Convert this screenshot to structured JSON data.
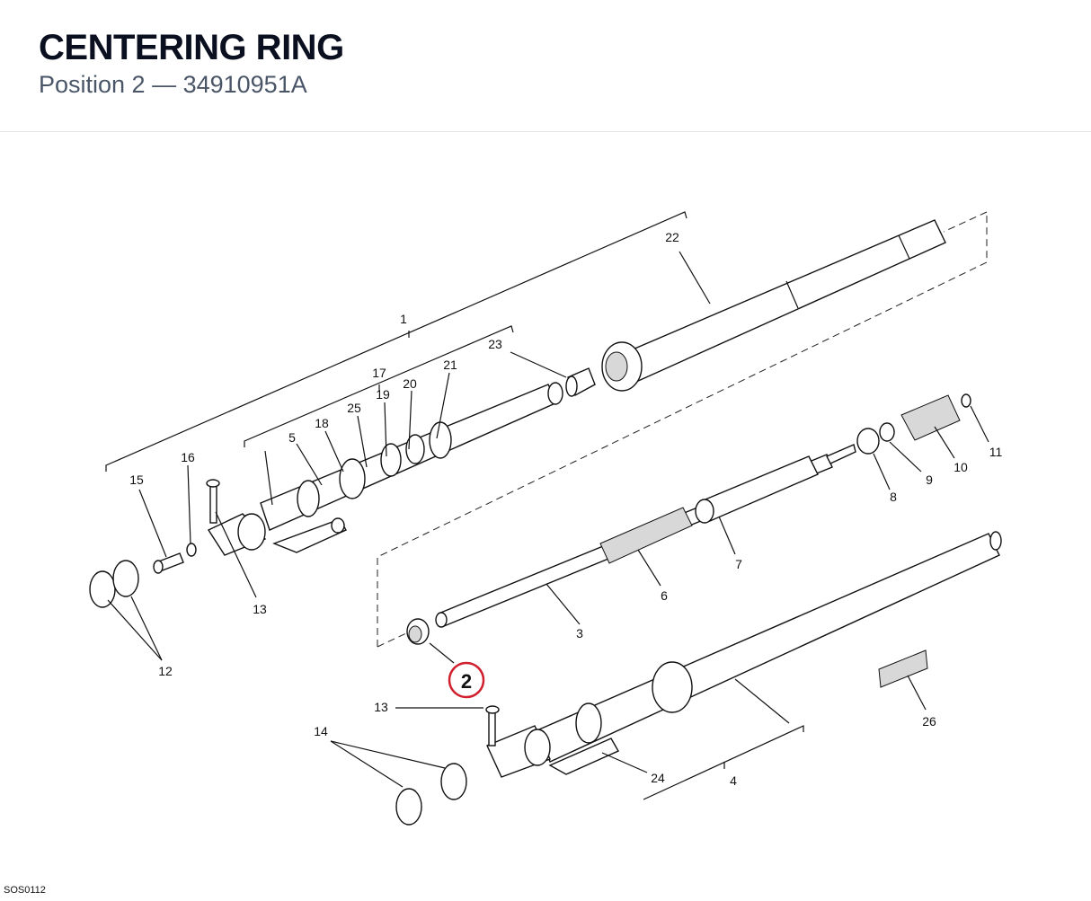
{
  "header": {
    "title": "CENTERING RING",
    "subtitle": "Position 2 — 34910951A"
  },
  "highlight": {
    "label": "2",
    "color": "#d0202e"
  },
  "callouts": [
    {
      "id": "c1",
      "label": "1"
    },
    {
      "id": "c3",
      "label": "3"
    },
    {
      "id": "c4",
      "label": "4"
    },
    {
      "id": "c5",
      "label": "5"
    },
    {
      "id": "c6",
      "label": "6"
    },
    {
      "id": "c7",
      "label": "7"
    },
    {
      "id": "c8",
      "label": "8"
    },
    {
      "id": "c9",
      "label": "9"
    },
    {
      "id": "c10",
      "label": "10"
    },
    {
      "id": "c11",
      "label": "11"
    },
    {
      "id": "c12",
      "label": "12"
    },
    {
      "id": "c13a",
      "label": "13"
    },
    {
      "id": "c13b",
      "label": "13"
    },
    {
      "id": "c14",
      "label": "14"
    },
    {
      "id": "c15",
      "label": "15"
    },
    {
      "id": "c16",
      "label": "16"
    },
    {
      "id": "c17",
      "label": "17"
    },
    {
      "id": "c18",
      "label": "18"
    },
    {
      "id": "c19",
      "label": "19"
    },
    {
      "id": "c20",
      "label": "20"
    },
    {
      "id": "c21",
      "label": "21"
    },
    {
      "id": "c22",
      "label": "22"
    },
    {
      "id": "c23",
      "label": "23"
    },
    {
      "id": "c24",
      "label": "24"
    },
    {
      "id": "c25",
      "label": "25"
    },
    {
      "id": "c26",
      "label": "26"
    }
  ],
  "footer": {
    "ref_code": "SOS0112"
  }
}
